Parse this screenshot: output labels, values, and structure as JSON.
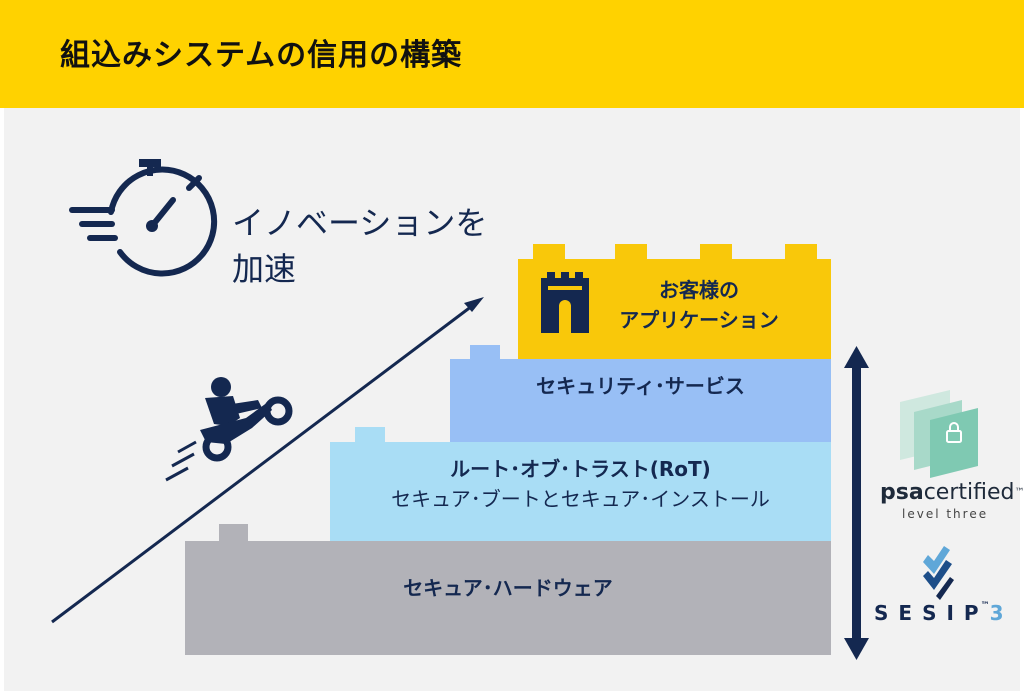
{
  "header": {
    "title": "組込みシステムの信用の構築"
  },
  "tagline": {
    "line1": "イノベーションを",
    "line2": "加速"
  },
  "stack": {
    "app_line1": "お客様の",
    "app_line2": "アプリケーション",
    "security_services": "セキュリティ･サービス",
    "rot_line1": "ルート･オブ･トラスト(RoT)",
    "rot_line2": "セキュア･ブートとセキュア･インストール",
    "hardware": "セキュア･ハードウェア"
  },
  "badges": {
    "psa_bold": "psa",
    "psa_rest": "certified",
    "psa_tm": "™",
    "psa_level": "level three",
    "sesip": "SESIP",
    "sesip_tm": "™",
    "sesip_level": "3"
  },
  "colors": {
    "header": "#FFD200",
    "navy": "#142850",
    "app": "#F9C80A",
    "security_services": "#98BFF5",
    "rot": "#A9DDF5",
    "hardware": "#B2B2B8",
    "background": "#F2F2F2"
  },
  "icons": [
    "stopwatch-icon",
    "motorcycle-rider-icon",
    "tower-icon",
    "shield-lock-icon",
    "sesip-chevron-icon",
    "double-arrow-icon"
  ]
}
